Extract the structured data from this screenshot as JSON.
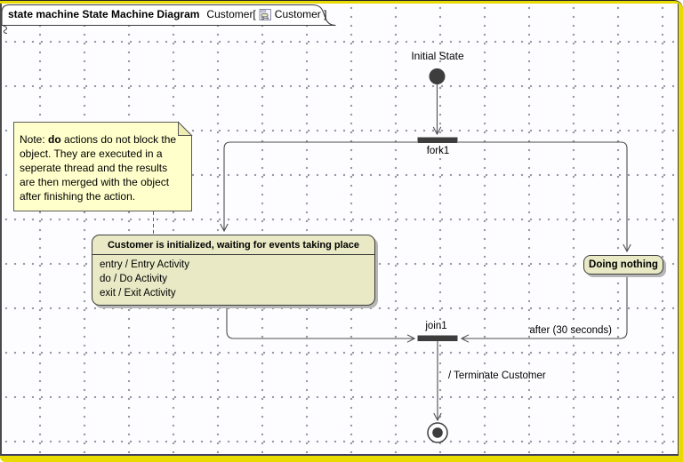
{
  "tab": {
    "diagram_kind_bold": "state machine State Machine Diagram",
    "context_prefix": "Customer[",
    "icon": "state-machine-diagram-icon",
    "context_suffix": "Customer ]"
  },
  "nodes": {
    "initial_state": {
      "label": "Initial State"
    },
    "fork": {
      "label": "fork1"
    },
    "join": {
      "label": "join1"
    },
    "main_state": {
      "title": "Customer is initialized, waiting for events taking place",
      "activities": [
        "entry / Entry Activity",
        "do / Do Activity",
        "exit / Exit Activity"
      ]
    },
    "doing_nothing_state": {
      "title": "Doing nothing"
    }
  },
  "note": {
    "line1_prefix": "Note: ",
    "line1_bold": "do",
    "line1_rest": " actions do not block the",
    "lines": [
      "object. They are executed in a",
      "seperate thread and the results",
      "are then merged with the object",
      "after finishing the action."
    ]
  },
  "transitions": {
    "after_label": "after (30 seconds)",
    "terminate_label": "/ Terminate Customer"
  },
  "colors": {
    "frame_accent": "#e9da00",
    "state_fill": "#e9e9c6",
    "note_fill": "#ffffcc",
    "note_fold_fill": "#eeeeb2",
    "shadow": "#b6b6b6",
    "line": "#4d4d4d",
    "node_fill": "#3d3d3d",
    "grid_dot": "#8c8c9c"
  }
}
